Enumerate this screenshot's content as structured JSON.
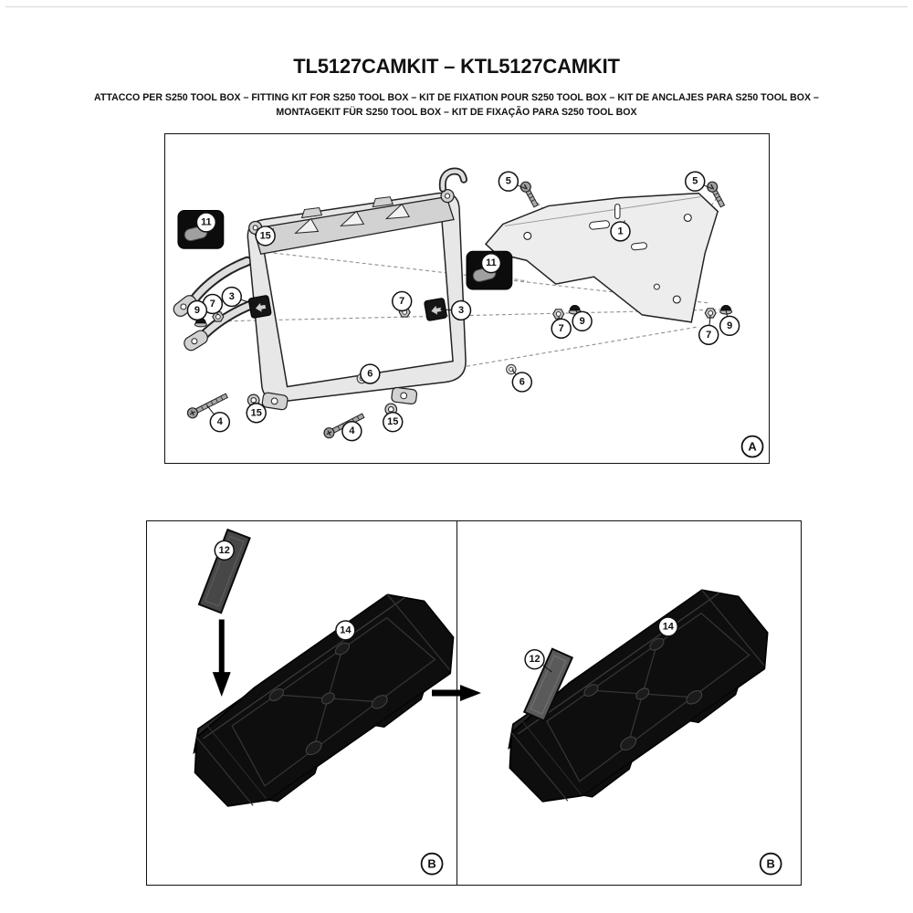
{
  "header": {
    "title": "TL5127CAMKIT – KTL5127CAMKIT",
    "subtitle_line1": "ATTACCO PER S250 TOOL BOX – FITTING KIT FOR S250 TOOL BOX – KIT DE FIXATION POUR S250 TOOL BOX – KIT DE ANCLAJES PARA S250 TOOL BOX –",
    "subtitle_line2": "MONTAGEKIT FÜR S250 TOOL BOX – KIT DE FIXAÇÃO PARA S250 TOOL BOX"
  },
  "panel_a": {
    "badge": "A",
    "callouts": [
      {
        "label": "5"
      },
      {
        "label": "5"
      },
      {
        "label": "1"
      },
      {
        "label": "11"
      },
      {
        "label": "15"
      },
      {
        "label": "11"
      },
      {
        "label": "3"
      },
      {
        "label": "7"
      },
      {
        "label": "9"
      },
      {
        "label": "7"
      },
      {
        "label": "3"
      },
      {
        "label": "7"
      },
      {
        "label": "9"
      },
      {
        "label": "7"
      },
      {
        "label": "9"
      },
      {
        "label": "6"
      },
      {
        "label": "6"
      },
      {
        "label": "4"
      },
      {
        "label": "15"
      },
      {
        "label": "4"
      },
      {
        "label": "15"
      }
    ]
  },
  "panel_b": {
    "left": {
      "badge": "B",
      "callouts": [
        {
          "label": "12"
        },
        {
          "label": "14"
        }
      ]
    },
    "right": {
      "badge": "B",
      "callouts": [
        {
          "label": "14"
        },
        {
          "label": "12"
        }
      ]
    }
  },
  "colors": {
    "outline": "#101010",
    "metal_light": "#e7e7e7",
    "metal_mid": "#d2d2d2",
    "case_black": "#0e0e0e",
    "strip_gray": "#474747"
  }
}
